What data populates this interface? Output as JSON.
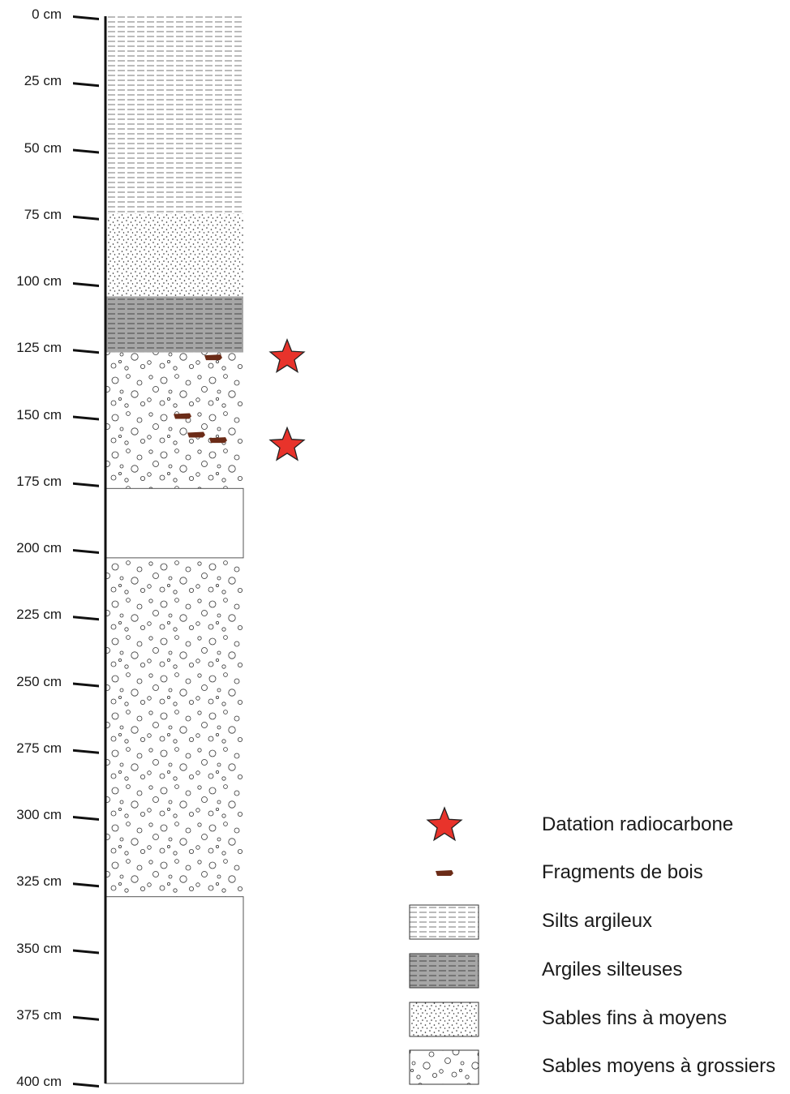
{
  "depth_axis": {
    "labels": [
      "0 cm",
      "25 cm",
      "50 cm",
      "75 cm",
      "100 cm",
      "125 cm",
      "150 cm",
      "175 cm",
      "200 cm",
      "225 cm",
      "250 cm",
      "275 cm",
      "300 cm",
      "325 cm",
      "350 cm",
      "375 cm",
      "400 cm"
    ]
  },
  "column": {
    "layers": [
      {
        "type": "silts_argileux",
        "top_cm": 0,
        "bottom_cm": 74
      },
      {
        "type": "sables_fins",
        "top_cm": 74,
        "bottom_cm": 105
      },
      {
        "type": "argiles_silteuses",
        "top_cm": 105,
        "bottom_cm": 126
      },
      {
        "type": "sables_grossiers",
        "top_cm": 126,
        "bottom_cm": 177
      },
      {
        "type": "vide",
        "top_cm": 177,
        "bottom_cm": 203
      },
      {
        "type": "sables_grossiers",
        "top_cm": 203,
        "bottom_cm": 330
      },
      {
        "type": "vide",
        "top_cm": 330,
        "bottom_cm": 400
      }
    ],
    "wood_fragments_cm": [
      128,
      150,
      157,
      159
    ],
    "radiocarbon_dates_cm": [
      127,
      160
    ]
  },
  "colors": {
    "star": "#e8332b",
    "wood": "#6b2b17",
    "clay_gray": "#a6a6a6"
  },
  "legend": {
    "items": [
      {
        "label": "Datation radiocarbone",
        "symbol": "star-icon"
      },
      {
        "label": "Fragments de bois",
        "symbol": "wood-icon"
      },
      {
        "label": "Silts argileux",
        "symbol": "silt-swatch"
      },
      {
        "label": "Argiles silteuses",
        "symbol": "clay-swatch"
      },
      {
        "label": "Sables fins à moyens",
        "symbol": "fine-sand-swatch"
      },
      {
        "label": "Sables moyens à grossiers",
        "symbol": "coarse-sand-swatch"
      }
    ]
  }
}
